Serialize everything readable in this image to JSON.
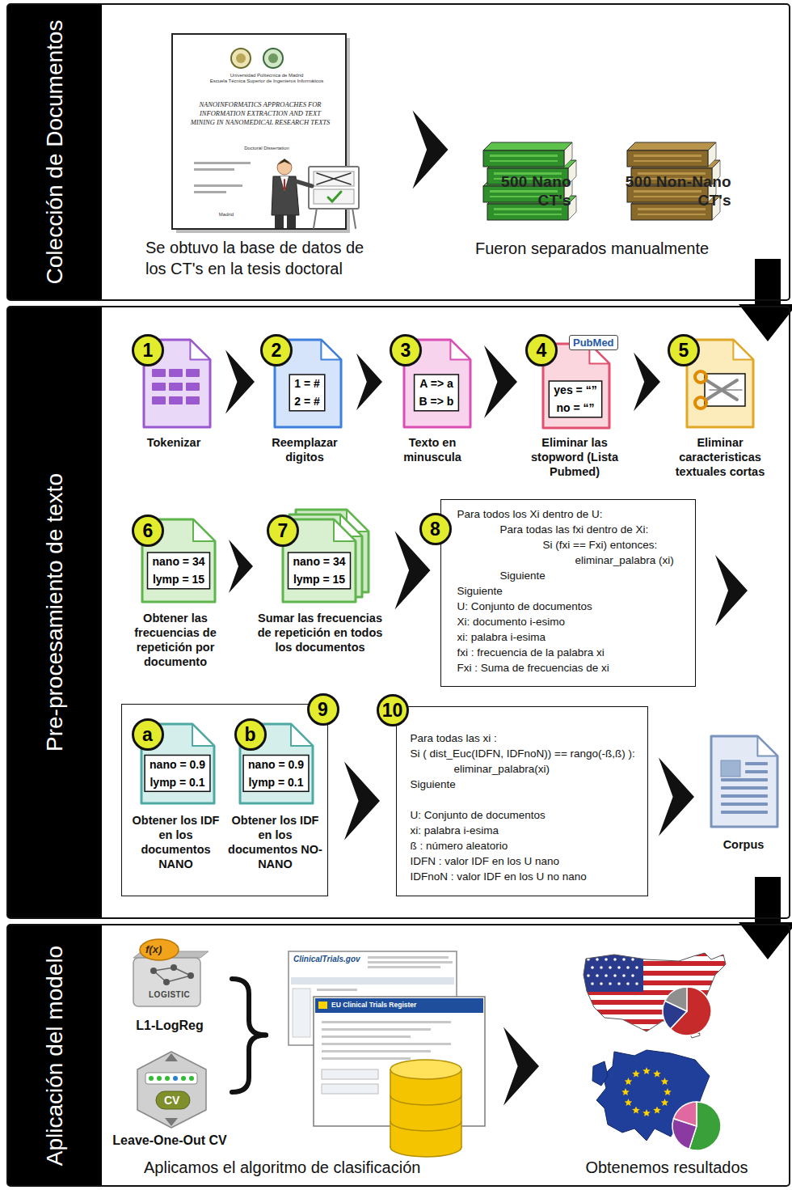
{
  "diagram": {
    "nodes": [
      {
        "text": [
          "Colección de Documentos"
        ]
      },
      {
        "text": [
          "NANOINFORMATICS APPROACHES FOR INFORMATION EXTRACTION AND TEXT MINING IN NANOMEDICAL RESEARCH TEXTS",
          "Se obtuvo la base de datos de los CT's en la tesis doctoral"
        ],
        "in": 0
      },
      {
        "text": [
          "500 Nano CT's"
        ],
        "in": 0
      },
      {
        "text": [
          "500 Non-Nano CT's"
        ],
        "in": 0
      },
      {
        "text": [
          "Pre-procesamiento de texto"
        ]
      },
      {
        "text": [
          "1",
          "Tokenizar"
        ],
        "in": 4
      },
      {
        "text": [
          "2",
          "1 = #",
          "2 = #",
          "Reemplazar digitos"
        ],
        "in": 4
      },
      {
        "text": [
          "3",
          "A => a",
          "B => b",
          "Texto en minuscula"
        ],
        "in": 4
      },
      {
        "text": [
          "4",
          "PubMed",
          "yes = “”",
          "no = “”",
          "Eliminar las stopword (Lista Pubmed)"
        ],
        "in": 4
      },
      {
        "text": [
          "5",
          "Eliminar caracteristicas textuales cortas"
        ],
        "in": 4
      },
      {
        "text": [
          "6",
          "nano = 34",
          "lymp = 15",
          "Obtener las frecuencias de repetición por documento"
        ],
        "in": 4
      },
      {
        "text": [
          "7",
          "nano = 34",
          "lymp = 15",
          "Sumar las frecuencias de repetición en todos los documentos"
        ],
        "in": 4
      },
      {
        "text": [
          "8",
          "Para todos los Xi dentro de U:",
          "Para todas las fxi dentro de Xi:",
          "Si (fxi == Fxi) entonces:",
          "eliminar_palabra (xi)",
          "Siguiente",
          "Siguiente",
          "U: Conjunto de documentos",
          "Xi: documento i-esimo",
          "xi: palabra i-esima",
          "fxi : frecuencia de la palabra xi",
          "Fxi : Suma de frecuencias de xi"
        ],
        "in": 4
      },
      {
        "text": [
          "9"
        ],
        "in": 4
      },
      {
        "text": [
          "a",
          "nano = 0.9",
          "lymp = 0.1",
          "Obtener los IDF en los documentos NANO"
        ],
        "in": 13
      },
      {
        "text": [
          "b",
          "nano = 0.9",
          "lymp = 0.1",
          "Obtener los IDF en los documentos NO-NANO"
        ],
        "in": 13
      },
      {
        "text": [
          "10",
          "Para todas las xi :",
          "Si ( dist_Euc(IDFN, IDFnoN)) == rango(-ß,ß) ):",
          "eliminar_palabra(xi)",
          "Siguiente",
          "U: Conjunto de documentos",
          "xi: palabra i-esima",
          "ß : número aleatorio",
          "IDFN : valor IDF en los U nano",
          "IDFnoN : valor IDF en los U no nano"
        ],
        "in": 4
      },
      {
        "text": [
          "Corpus"
        ],
        "in": 4
      },
      {
        "text": [
          "Aplicación del modelo"
        ]
      },
      {
        "text": [
          "f(x)",
          "LOGISTIC",
          "L1-LogReg"
        ],
        "in": 18
      },
      {
        "text": [
          "CV",
          "Leave-One-Out CV"
        ],
        "in": 18
      },
      {
        "text": [
          "ClinicalTrials.gov",
          "EU Clinical Trials Register"
        ],
        "in": 18
      },
      {
        "text": [
          "Obtenemos resultados"
        ],
        "in": 18
      }
    ],
    "edges": [
      {
        "from": 1,
        "to": 2,
        "arrow": "to"
      },
      {
        "from": 0,
        "to": 4,
        "arrow": "to"
      },
      {
        "from": 5,
        "to": 6,
        "arrow": "to"
      },
      {
        "from": 6,
        "to": 7,
        "arrow": "to"
      },
      {
        "from": 7,
        "to": 8,
        "arrow": "to"
      },
      {
        "from": 8,
        "to": 9,
        "arrow": "to"
      },
      {
        "from": 10,
        "to": 11,
        "arrow": "to"
      },
      {
        "from": 11,
        "to": 12,
        "arrow": "to"
      },
      {
        "from": 12,
        "to": 13,
        "arrow": "to"
      },
      {
        "from": 13,
        "to": 16,
        "arrow": "to"
      },
      {
        "from": 16,
        "to": 17,
        "arrow": "to"
      },
      {
        "from": 4,
        "to": 18,
        "arrow": "to"
      },
      {
        "from": 19,
        "to": 21,
        "arrow": "none"
      },
      {
        "from": 20,
        "to": 21,
        "arrow": "none"
      },
      {
        "from": 21,
        "to": 22,
        "arrow": "to"
      }
    ],
    "labels": [
      "Universidad Politécnica de Madrid",
      "Escuela Técnica Superior de Ingenieros Informáticos",
      "Doctoral Dissertation",
      "Madrid",
      "Fueron separados manualmente",
      "Aplicamos el algoritmo de clasificación"
    ]
  }
}
